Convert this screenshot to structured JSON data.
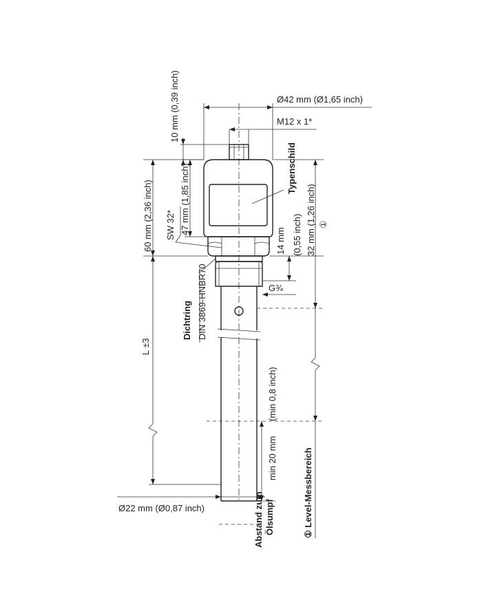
{
  "labels": {
    "dim_10mm": "10 mm (0,39 inch)",
    "dia_42": "Ø42 mm (Ø1,65 inch)",
    "m12": "M12 x 1*",
    "typenschild": "Typenschild",
    "dim_32mm": "32 mm (1,26 inch)",
    "circle1_right": "①",
    "dim_47mm": "47 mm (1,85 inch)",
    "dim_60mm": "60 mm (2,36 inch)",
    "sw32": "SW 32*",
    "dim_14mm": "14 mm",
    "dim_055": "(0,55 inch)",
    "g34": "G¾",
    "dichtring": "Dichtring",
    "din": "DIN 3869-HNBR70",
    "l_pm3": "L ±3",
    "min08": "(min 0,8 inch)",
    "min20": "min 20 mm",
    "level_range": "① Level-Messbereich",
    "dia_22": "Ø22 mm (Ø0,87 inch)",
    "abstand_1": "Abstand zum",
    "abstand_2": "Ölsumpf"
  }
}
